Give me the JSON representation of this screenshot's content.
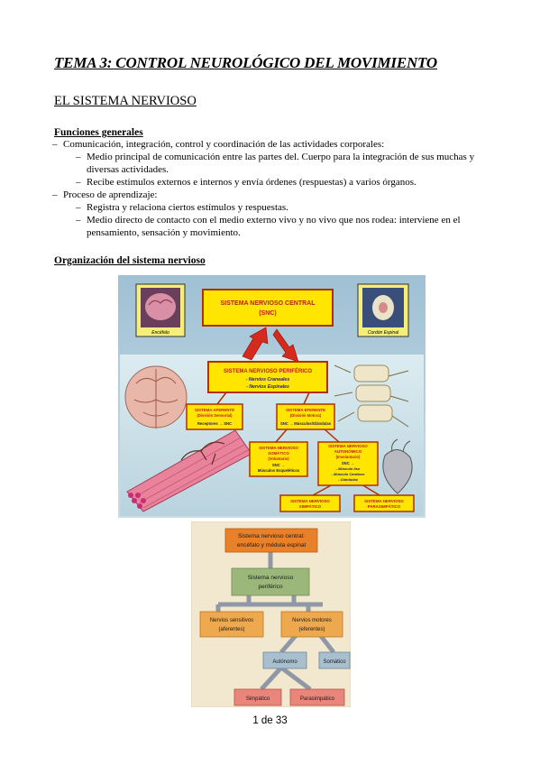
{
  "title": "TEMA 3: CONTROL NEUROLÓGICO DEL MOVIMIENTO",
  "subtitle": "EL SISTEMA NERVIOSO",
  "section1": {
    "heading": "Funciones generales",
    "items": [
      {
        "text": "Comunicación, integración, control y coordinación de las actividades corporales:",
        "sub": [
          "Medio principal de comunicación entre las partes del. Cuerpo para la integración de sus muchas y diversas actividades.",
          "Recibe estímulos externos e internos y envía órdenes (respuestas) a varios órganos."
        ]
      },
      {
        "text": "Proceso de aprendizaje:",
        "sub": [
          "Registra y relaciona ciertos estímulos y respuestas.",
          "Medio directo de contacto con el medio externo vivo y no vivo que nos rodea: interviene en el pensamiento, sensación y movimiento."
        ]
      }
    ]
  },
  "section2": {
    "heading": "Organización del sistema nervioso"
  },
  "diagram1": {
    "snc_line1": "SISTEMA NERVIOSO CENTRAL",
    "snc_line2": "(SNC)",
    "encefalo": "Encéfalo",
    "cordon": "Cordón Espinal",
    "snp_line1": "SISTEMA NERVIOSO PERIFÉRICO",
    "snp_line2": "- Nervios Craneales",
    "snp_line3": "- Nervios Espinales",
    "aferente_line1": "SISTEMA AFERENTE",
    "aferente_line2": "(División Sensorial)",
    "aferente_line3": "Receptores → SNC",
    "eferente_line1": "SISTEMA EFERENTE",
    "eferente_line2": "(División Motora)",
    "eferente_line3": "SNC → Músculos/Glándulas",
    "somatico_line1": "SISTEMA NERVIOSO",
    "somatico_line2": "SOMÁTICO",
    "somatico_line3": "(Voluntario)",
    "somatico_line4": "SNC →",
    "somatico_line5": "Músculos Esqueléticos",
    "autonomo_line1": "SISTEMA NERVIOSO",
    "autonomo_line2": "AUTONÓMICO",
    "autonomo_line3": "(Involuntario)",
    "autonomo_line4": "SNC →",
    "autonomo_line5": "- Músculo liso",
    "autonomo_line6": "- Músculo Cardíaco",
    "autonomo_line7": "- Glándulas",
    "simpatico_line1": "SISTEMA NERVIOSO",
    "simpatico_line2": "SIMPÁTICO",
    "parasimpatico_line1": "SISTEMA NERVIOSO",
    "parasimpatico_line2": "PARASIMPÁTICO"
  },
  "diagram2": {
    "central_line1": "Sistema nervioso central:",
    "central_line2": "encéfalo y médula espinal",
    "periferico_line1": "Sistema nervioso",
    "periferico_line2": "periférico",
    "sensitivos_line1": "Nervios sensitivos",
    "sensitivos_line2": "(aferentes)",
    "motores_line1": "Nervios motores",
    "motores_line2": "(eferentes)",
    "autonomo": "Autónomo",
    "somatico": "Somático",
    "simpatico": "Simpático",
    "parasimpatico": "Parasimpático"
  },
  "page_number": "1 de 33"
}
